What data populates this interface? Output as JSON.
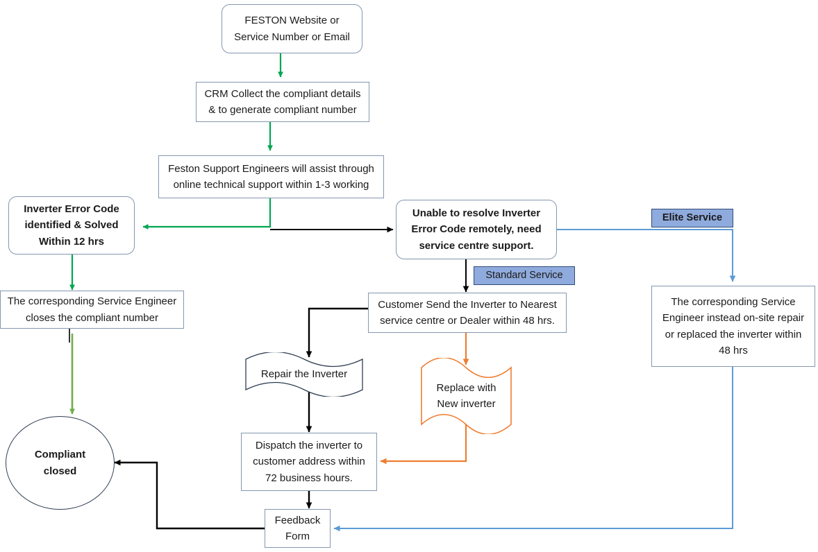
{
  "diagram": {
    "title": "FESTON Inverter Service Complaint Flowchart",
    "colors": {
      "green": "#00a650",
      "olive": "#70ad47",
      "black": "#000000",
      "blue": "#5b9bd5",
      "orange": "#ed7d31",
      "box_border": "#8496b0",
      "tag_fill": "#8faadc",
      "tag_border": "#2f4b78",
      "ellipse_border": "#2f3d52"
    },
    "nodes": {
      "entry": "FESTON Website or\nService Number or Email",
      "crm": "CRM Collect the compliant details\n& to generate compliant number",
      "support": "Feston Support Engineers will assist through\nonline technical support within 1-3 working",
      "solved": "Inverter Error Code\nidentified & Solved\nWithin 12 hrs",
      "unresolved": "Unable to resolve Inverter\nError Code remotely, need\nservice centre support.",
      "elite_tag": "Elite Service",
      "standard_tag": "Standard Service",
      "close_compliant": "The corresponding Service Engineer\ncloses the compliant number",
      "send_inverter": "Customer Send the Inverter to Nearest\nservice centre or Dealer within 48 hrs.",
      "onsite": "The corresponding Service\nEngineer instead on-site repair\nor replaced the inverter within\n48 hrs",
      "repair": "Repair the Inverter",
      "replace": "Replace with\nNew inverter",
      "dispatch": "Dispatch the inverter to\ncustomer address within\n72 business hours.",
      "compliant_closed": "Compliant\nclosed",
      "feedback": "Feedback\nForm"
    }
  }
}
